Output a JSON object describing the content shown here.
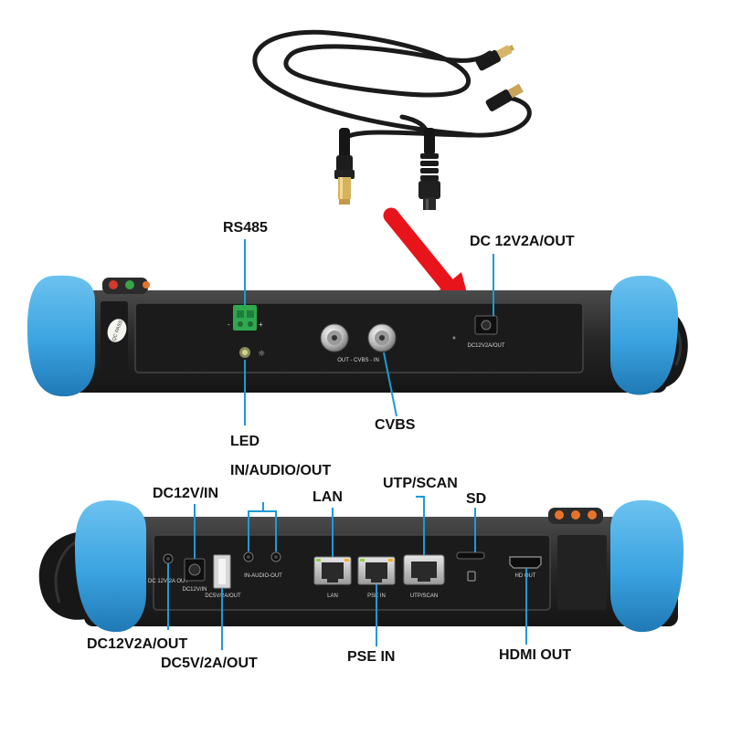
{
  "callouts": {
    "rs485": "RS485",
    "dc_out_top": "DC 12V2A/OUT",
    "led": "LED",
    "cvbs": "CVBS",
    "dc12v_in": "DC12V/IN",
    "in_audio_out": "IN/AUDIO/OUT",
    "lan": "LAN",
    "utp_scan": "UTP/SCAN",
    "sd": "SD",
    "dc12v2a_out": "DC12V2A/OUT",
    "dc5v2a_out": "DC5V/2A/OUT",
    "pse_in": "PSE IN",
    "hdmi_out": "HDMI OUT"
  },
  "panel_labels": {
    "qc_pass": "QC PASS",
    "cvbs_port": "OUT - CVBS - IN",
    "dc_port_top": "DC12V2A/OUT",
    "dc_out_small": "DC 12V 2A OUT",
    "dc_in": "DC12V/IN",
    "usb": "DC5V/2A/OUT",
    "audio": "IN-AUDIO-OUT",
    "lan": "LAN",
    "pse": "PSE IN",
    "utp": "UTP/SCAN",
    "hdmi": "HD OUT"
  },
  "colors": {
    "arrow": "#e8141c",
    "bumper": "#3aa3e0",
    "body": "#2a2a2a",
    "leader": "#1e9ad6",
    "terminal": "#2fa84f"
  }
}
